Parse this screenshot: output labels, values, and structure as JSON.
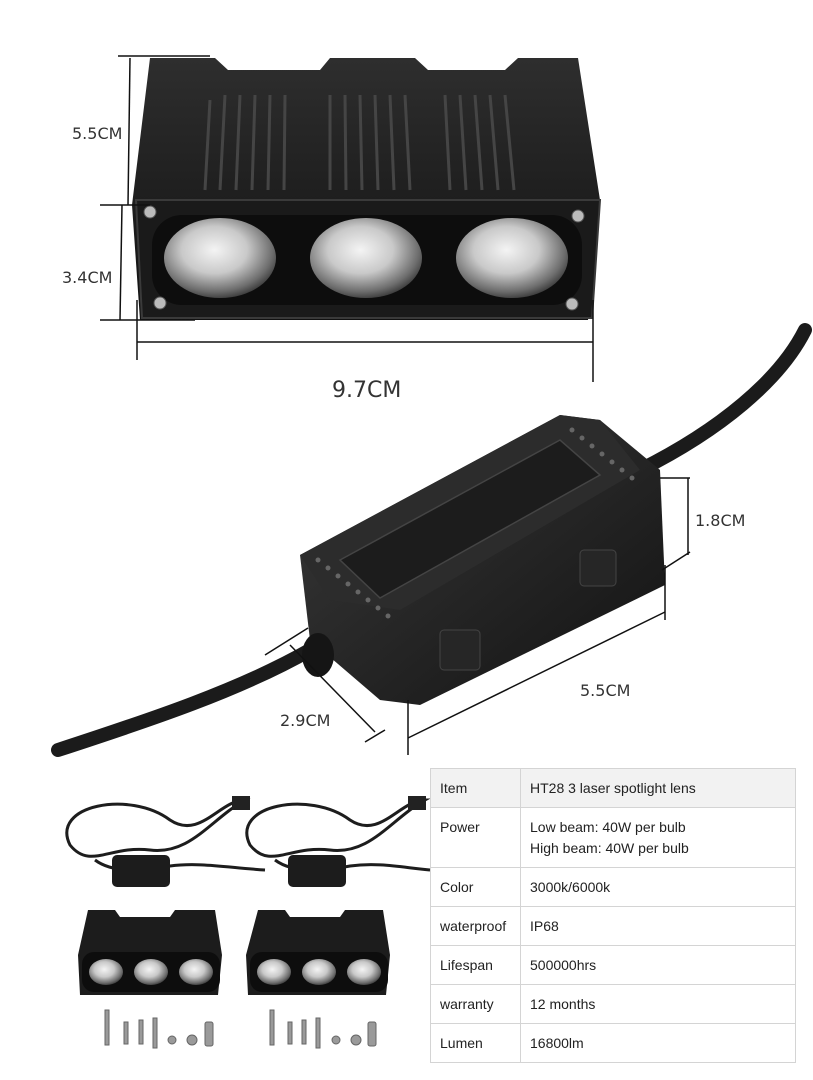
{
  "dimensions": {
    "headlight_height_top": "5.5CM",
    "headlight_height_lens": "3.4CM",
    "headlight_width": "9.7CM",
    "controller_height": "1.8CM",
    "controller_length": "5.5CM",
    "controller_width": "2.9CM"
  },
  "spec_table": [
    {
      "label": "Item",
      "value": "HT28  3 laser spotlight lens"
    },
    {
      "label": "Power",
      "value": "Low beam:   40W per bulb\nHigh beam: 40W per bulb"
    },
    {
      "label": "Color",
      "value": "3000k/6000k"
    },
    {
      "label": "waterproof",
      "value": "IP68"
    },
    {
      "label": "Lifespan",
      "value": "500000hrs"
    },
    {
      "label": "warranty",
      "value": "12 months"
    },
    {
      "label": "Lumen",
      "value": "16800lm"
    }
  ]
}
